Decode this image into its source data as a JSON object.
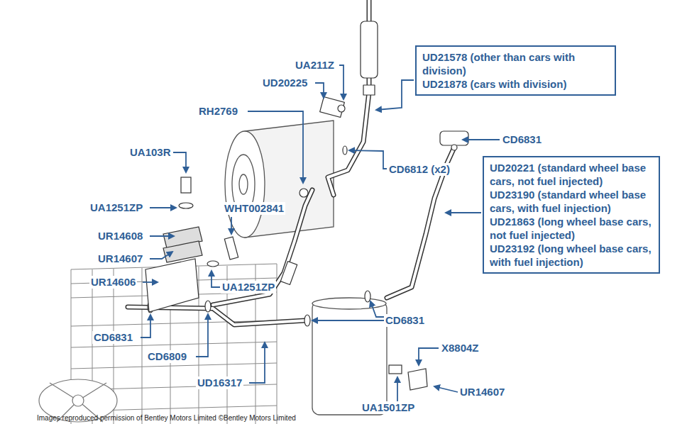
{
  "diagram": {
    "nodes": [
      {
        "text": [
          "UD21578 (other than cars with division)",
          "UD21878 (cars with division)"
        ]
      },
      {
        "text": [
          "UD20221 (standard wheel base cars, not fuel injected)",
          "UD23190 (standard wheel base cars, with fuel injection)",
          "UD21863 (long wheel base cars, not fuel injected)",
          "UD23192 (long wheel base cars, with fuel injection)"
        ]
      }
    ],
    "labels": [
      "UA211Z",
      "UD20225",
      "RH2769",
      "CD6831",
      "CD6812 (x2)",
      "UA103R",
      "UA1251ZP",
      "WHT002841",
      "UR14608",
      "UR14607",
      "UR14606",
      "UA1251ZP",
      "CD6831",
      "CD6831",
      "CD6809",
      "X8804Z",
      "UD16317",
      "UR14607",
      "UA1501ZP",
      "Images reproduced permission of Bentley Motors Limited ©Bentley Motors Limited"
    ]
  }
}
